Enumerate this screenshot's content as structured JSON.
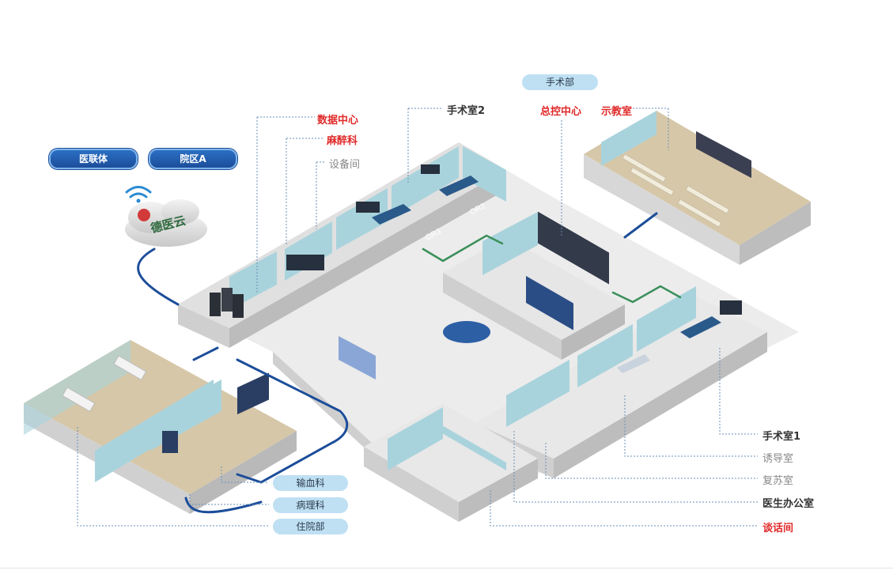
{
  "top_pill": "手术部",
  "network_buttons": {
    "consortium": "医联体",
    "campus": "院区A"
  },
  "cloud_brand": "德医云",
  "top_labels": {
    "data_center": "数据中心",
    "anesthesia": "麻醉科",
    "equipment_room": "设备间",
    "or2": "手术室2",
    "control_center": "总控中心",
    "teaching_room": "示教室"
  },
  "room_marks": {
    "or2_floor": "OR2",
    "or3_floor": "OR3"
  },
  "right_labels": {
    "or1": "手术室1",
    "induction": "诱导室",
    "recovery": "复苏室",
    "doctor_office": "医生办公室",
    "talk_room": "谈话间"
  },
  "left_pills": {
    "transfusion": "输血科",
    "pathology": "病理科",
    "inpatient": "住院部"
  },
  "colors": {
    "accent_red": "#e02a2a",
    "nav_blue": "#1c4d9a",
    "route_green": "#3a8f5a",
    "wall_teal": "#a9d3dc",
    "floor_gray": "#e4e4e4",
    "floor_beige": "#d6c7a8"
  },
  "icons": [
    "wifi-icon",
    "cloud-icon"
  ]
}
